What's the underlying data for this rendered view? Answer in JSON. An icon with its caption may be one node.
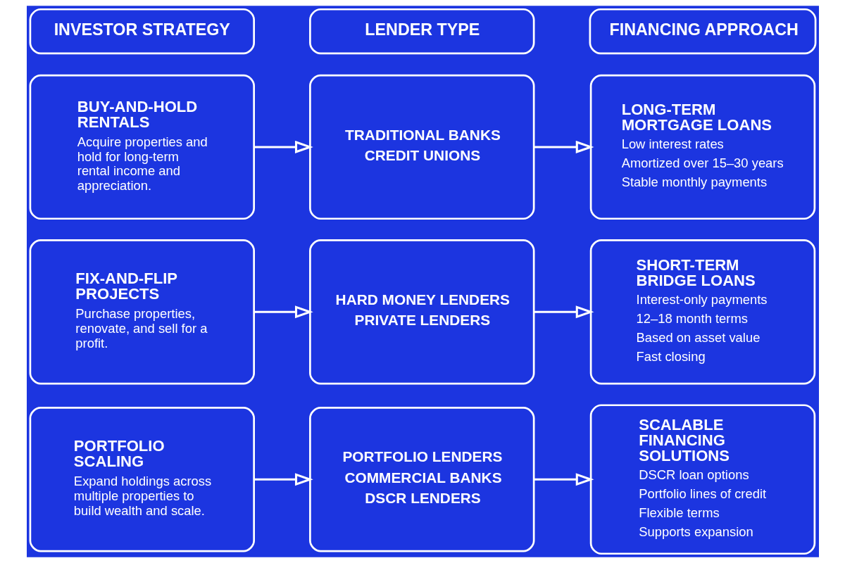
{
  "diagram": {
    "nodes": [
      {
        "text": [
          "INVESTOR STRATEGY"
        ]
      },
      {
        "text": [
          "LENDER TYPE"
        ]
      },
      {
        "text": [
          "FINANCING APPROACH"
        ]
      },
      {
        "text": [
          "BUY-AND-HOLD RENTALS",
          "Acquire properties and hold for long-term rental income and appreciation."
        ]
      },
      {
        "text": [
          "TRADITIONAL BANKS",
          "CREDIT UNIONS"
        ]
      },
      {
        "text": [
          "LONG-TERM MORTGAGE LOANS",
          "Low interest rates",
          "Amortized over 15–30 years",
          "Stable monthly payments"
        ]
      },
      {
        "text": [
          "FIX-AND-FLIP PROJECTS",
          "Purchase properties, renovate, and sell for a profit."
        ]
      },
      {
        "text": [
          "HARD MONEY LENDERS",
          "PRIVATE LENDERS"
        ]
      },
      {
        "text": [
          "SHORT-TERM BRIDGE LOANS",
          "Interest-only payments",
          "12–18 month terms",
          "Based on asset value",
          "Fast closing"
        ]
      },
      {
        "text": [
          "PORTFOLIO SCALING",
          "Expand holdings across multiple properties to build wealth and scale."
        ]
      },
      {
        "text": [
          "PORTFOLIO LENDERS",
          "COMMERCIAL BANKS",
          "DSCR LENDERS"
        ]
      },
      {
        "text": [
          "SCALABLE FINANCING SOLUTIONS",
          "DSCR loan options",
          "Portfolio lines of credit",
          "Flexible terms",
          "Supports expansion"
        ]
      }
    ],
    "edges": [
      {
        "from": 3,
        "to": 4,
        "arrow": "to"
      },
      {
        "from": 4,
        "to": 5,
        "arrow": "to"
      },
      {
        "from": 6,
        "to": 7,
        "arrow": "to"
      },
      {
        "from": 7,
        "to": 8,
        "arrow": "to"
      },
      {
        "from": 9,
        "to": 10,
        "arrow": "to"
      },
      {
        "from": 10,
        "to": 11,
        "arrow": "to"
      }
    ]
  }
}
